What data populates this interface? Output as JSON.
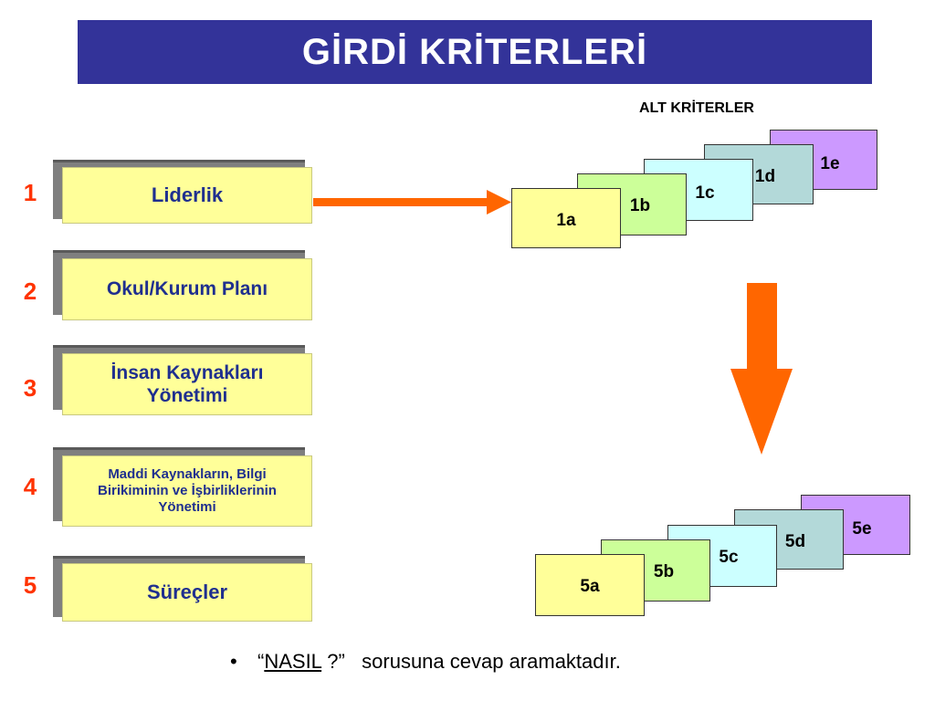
{
  "title": "GİRDİ KRİTERLERİ",
  "subtitle": "ALT KRİTERLER",
  "criteria": [
    {
      "num": "1",
      "label": "Liderlik"
    },
    {
      "num": "2",
      "label": "Okul/Kurum Planı"
    },
    {
      "num": "3",
      "label": "İnsan Kaynakları Yönetimi"
    },
    {
      "num": "4",
      "label": "Maddi Kaynakların, Bilgi Birikiminin ve İşbirliklerinin Yönetimi"
    },
    {
      "num": "5",
      "label": "Süreçler"
    }
  ],
  "group1": [
    "1a",
    "1b",
    "1c",
    "1d",
    "1e"
  ],
  "group5": [
    "5a",
    "5b",
    "5c",
    "5d",
    "5e"
  ],
  "footer": {
    "bullet": "•",
    "open_quote": "“",
    "underlined": "NASIL",
    "close": " ?”",
    "rest": "sorusuna cevap aramaktadır."
  },
  "colors": {
    "title_bg": "#333399",
    "number": "#ff3300",
    "criteria_bg": "#ffff99",
    "criteria_text": "#1f2f8f",
    "arrow": "#ff6600"
  }
}
